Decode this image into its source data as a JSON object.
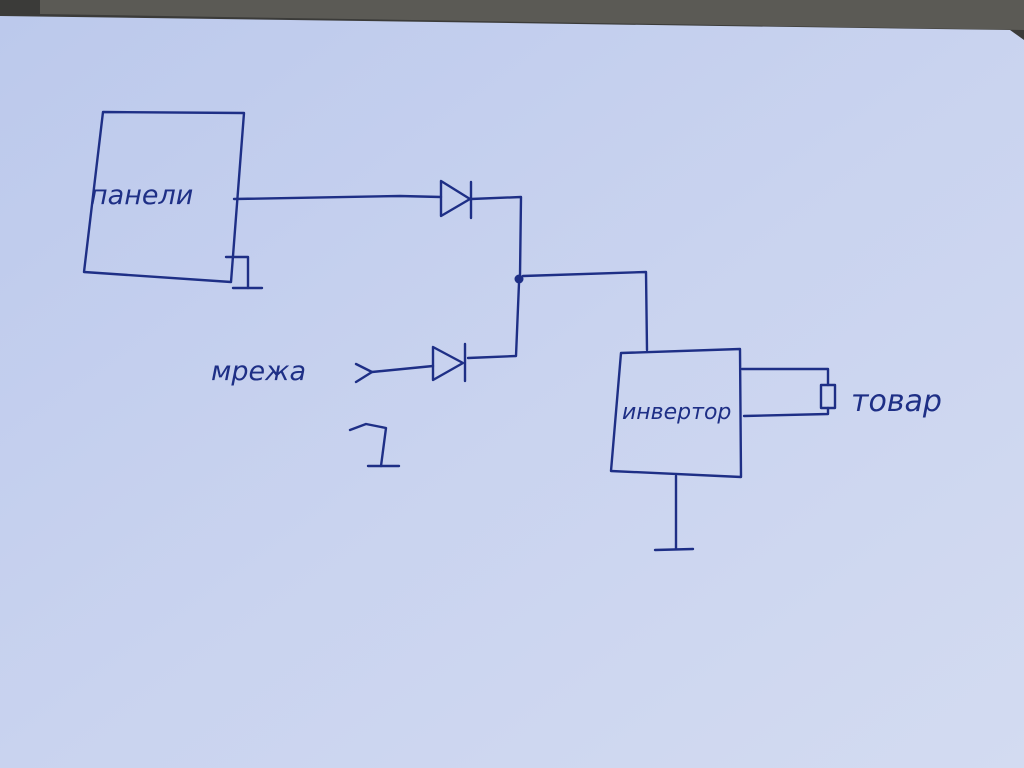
{
  "diagram": {
    "ink_color": "#1e2f86",
    "paper_color": "#c7d2ee",
    "blocks": {
      "panels": "панели",
      "inverter": "инвертор"
    },
    "terminals": {
      "grid": "мрежа",
      "load": "товар"
    }
  }
}
